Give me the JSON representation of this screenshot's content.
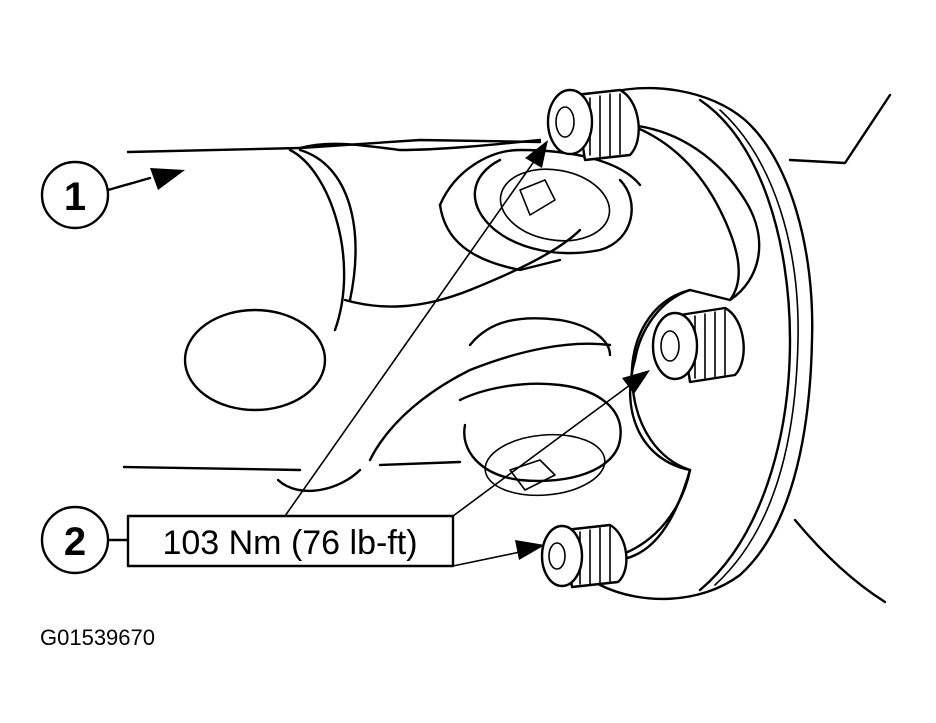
{
  "callouts": {
    "item1": "1",
    "item2": "2"
  },
  "torque_spec": "103 Nm (76 lb-ft)",
  "figure_code": "G01539670"
}
